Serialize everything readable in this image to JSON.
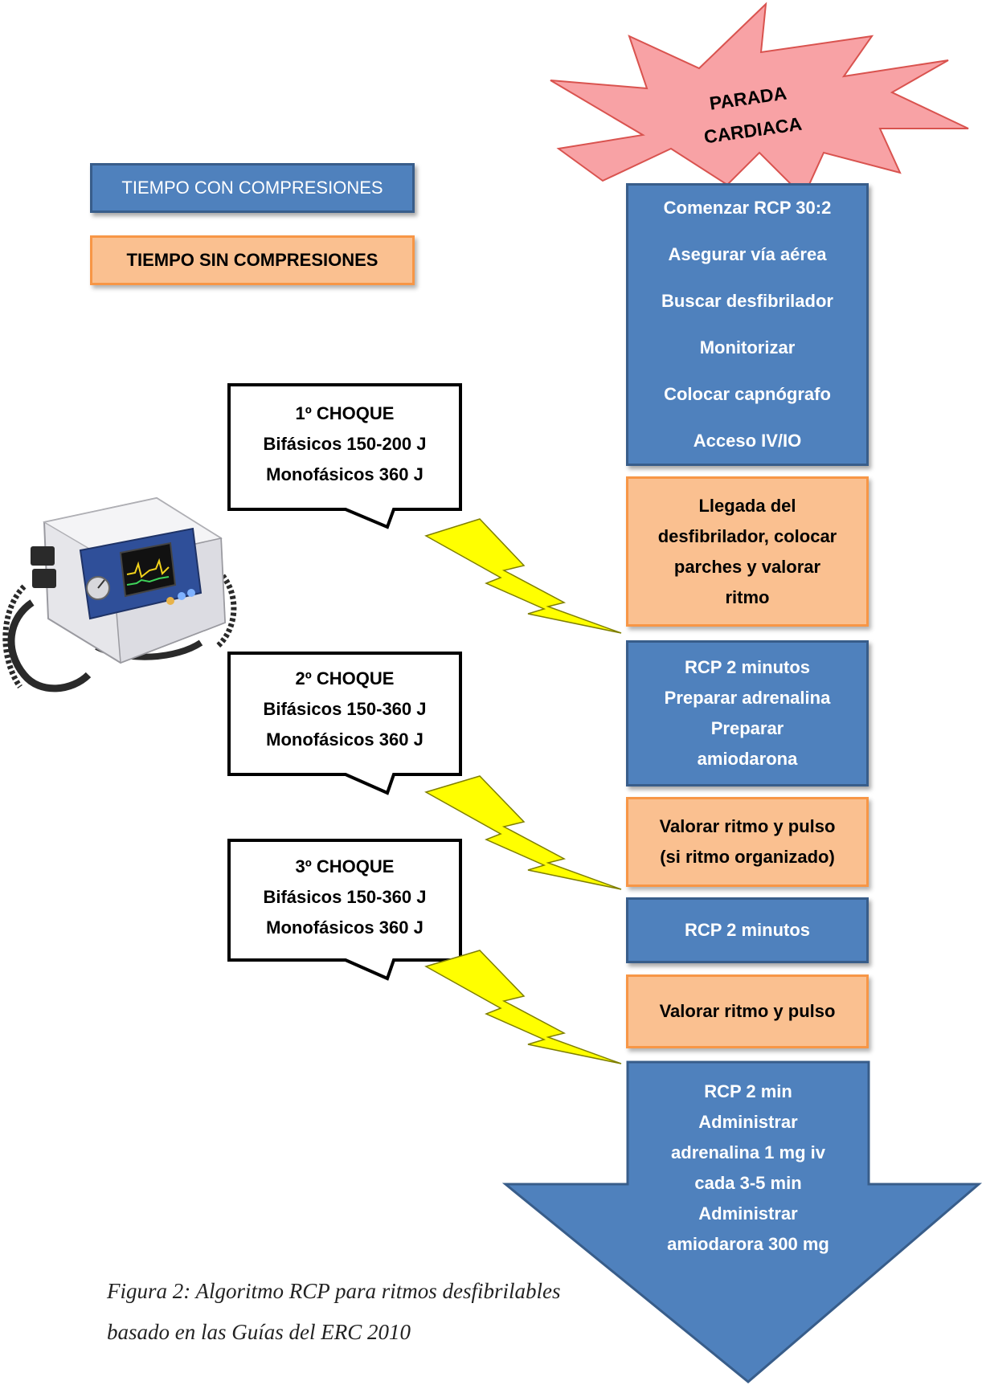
{
  "colors": {
    "blue_fill": "#4f81bd",
    "blue_border": "#385d8a",
    "orange_fill": "#fac090",
    "orange_border": "#f79646",
    "starburst_fill": "#f8a2a5",
    "starburst_border": "#d9534f",
    "bolt_fill": "#ffff00"
  },
  "starburst": {
    "line1": "PARADA",
    "line2": "CARDIACA"
  },
  "legend": {
    "with_compressions": "TIEMPO CON COMPRESIONES",
    "without_compressions": "TIEMPO SIN COMPRESIONES"
  },
  "steps": {
    "start": [
      "Comenzar RCP 30:2",
      "Asegurar vía aérea",
      "Buscar desfibrilador",
      "Monitorizar",
      "Colocar capnógrafo",
      "Acceso IV/IO"
    ],
    "arrival": [
      "Llegada del",
      "desfibrilador, colocar",
      "parches y valorar",
      "ritmo"
    ],
    "rcp1": [
      "RCP 2 minutos",
      "Preparar adrenalina",
      "Preparar",
      "amiodarona"
    ],
    "assess1": [
      "Valorar ritmo y pulso",
      "(si ritmo organizado)"
    ],
    "rcp2": [
      "RCP 2 minutos"
    ],
    "assess2": [
      "Valorar ritmo y pulso"
    ],
    "final": [
      "RCP 2 min",
      "Administrar",
      "adrenalina 1 mg iv",
      "cada 3-5 min",
      "Administrar",
      "amiodarora 300 mg"
    ]
  },
  "shocks": [
    {
      "title": "1º CHOQUE",
      "line1": "Bifásicos 150-200 J",
      "line2": "Monofásicos 360 J"
    },
    {
      "title": "2º CHOQUE",
      "line1": "Bifásicos 150-360 J",
      "line2": "Monofásicos 360 J"
    },
    {
      "title": "3º CHOQUE",
      "line1": "Bifásicos 150-360 J",
      "line2": "Monofásicos 360 J"
    }
  ],
  "caption": {
    "line1": "Figura 2: Algoritmo RCP para ritmos desfibrilables",
    "line2": "basado en las Guías del ERC 2010"
  },
  "image": {
    "icon": "defibrillator-icon"
  }
}
